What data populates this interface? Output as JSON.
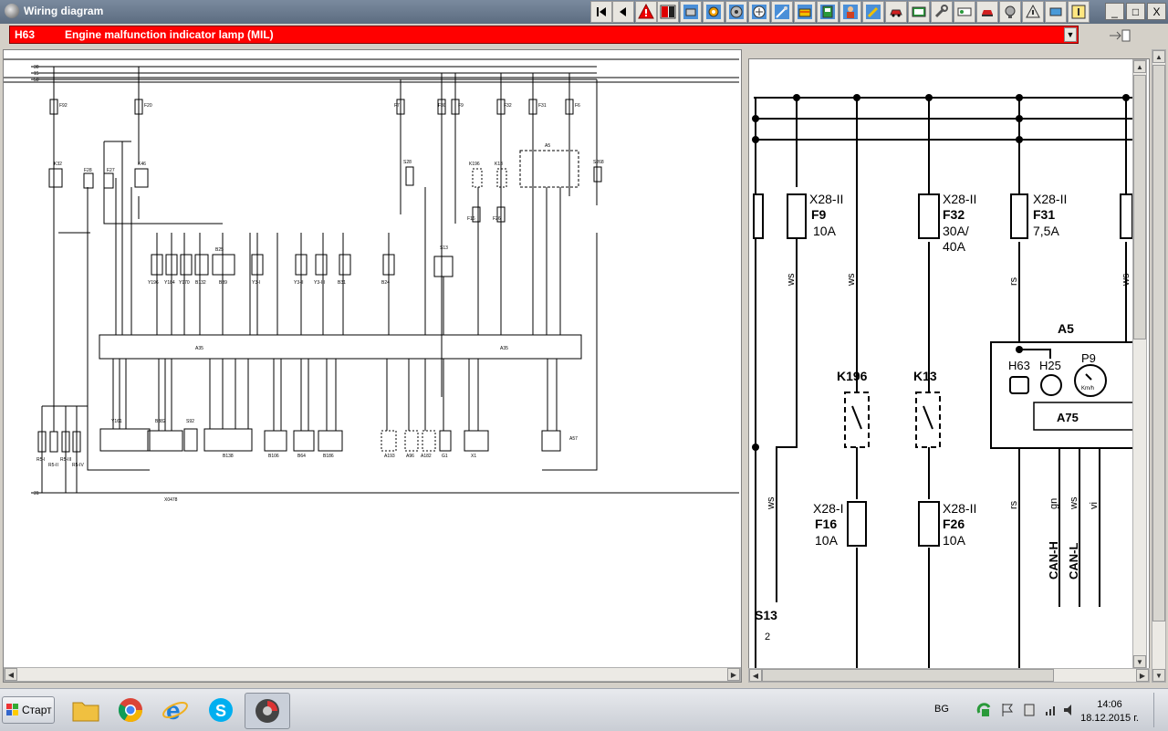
{
  "window": {
    "title": "Wiring diagram"
  },
  "toolbar": {
    "buttons": [
      {
        "name": "first-page-button",
        "icon": "first-page-icon"
      },
      {
        "name": "previous-button",
        "icon": "previous-icon"
      },
      {
        "name": "warning-button",
        "icon": "warning-icon"
      },
      {
        "name": "split-view-button",
        "icon": "split-view-icon"
      },
      {
        "name": "engine-button",
        "icon": "engine-icon"
      },
      {
        "name": "gear-button",
        "icon": "gear-icon"
      },
      {
        "name": "disc-button",
        "icon": "disc-icon"
      },
      {
        "name": "schematic-button",
        "icon": "schematic-icon"
      },
      {
        "name": "tools-button",
        "icon": "tools-icon"
      },
      {
        "name": "battery-button",
        "icon": "battery-icon"
      },
      {
        "name": "person-button",
        "icon": "person-icon"
      },
      {
        "name": "pen-button",
        "icon": "pen-icon"
      },
      {
        "name": "car-button",
        "icon": "car-icon"
      },
      {
        "name": "display-button",
        "icon": "display-icon"
      },
      {
        "name": "wrench-button",
        "icon": "wrench-icon"
      },
      {
        "name": "car-lift-button",
        "icon": "car-lift-icon"
      },
      {
        "name": "document-button",
        "icon": "document-icon"
      },
      {
        "name": "globe-button",
        "icon": "globe-icon"
      },
      {
        "name": "alert-button",
        "icon": "alert-icon"
      },
      {
        "name": "tag-button",
        "icon": "tag-icon"
      },
      {
        "name": "lightbulb-button",
        "icon": "lightbulb-icon"
      }
    ]
  },
  "window_controls": {
    "minimize": "_",
    "restore": "□",
    "close": "X"
  },
  "document": {
    "code": "H63",
    "description": "Engine malfunction indicator lamp (MIL)"
  },
  "detail": {
    "components": {
      "f9": {
        "conn": "X28-II",
        "id": "F9",
        "rating": "10A"
      },
      "f32": {
        "conn": "X28-II",
        "id": "F32",
        "rating1": "30A/",
        "rating2": "40A"
      },
      "f31": {
        "conn": "X28-II",
        "id": "F31",
        "rating": "7,5A"
      },
      "f16": {
        "conn": "X28-I",
        "id": "F16",
        "rating": "10A"
      },
      "f26": {
        "conn": "X28-II",
        "id": "F26",
        "rating": "10A"
      },
      "k196": {
        "id": "K196"
      },
      "k13": {
        "id": "K13"
      },
      "a5": {
        "id": "A5",
        "h63": "H63",
        "h25": "H25",
        "p9": "P9",
        "kmh": "Km/h",
        "a75": "A75"
      },
      "s13": {
        "id": "S13",
        "pin": "2"
      }
    },
    "wire_colors": {
      "ws": "ws",
      "rs": "rs",
      "gn": "gn",
      "vi": "vi"
    },
    "bus": {
      "canh": "CAN-H",
      "canl": "CAN-L"
    }
  },
  "overview": {
    "rails": [
      "30",
      "15",
      "50",
      "31"
    ],
    "labels": [
      "F92",
      "F20",
      "F7",
      "F30",
      "F9",
      "F32",
      "F31",
      "F6",
      "K32",
      "K46",
      "F28",
      "F27",
      "S28",
      "K196",
      "K13",
      "A5",
      "S268",
      "F16",
      "F26",
      "S13",
      "Y196",
      "Y184",
      "Y170",
      "B132",
      "B25",
      "B39",
      "Y3-I",
      "Y3-II",
      "Y3-III",
      "Y3-IV",
      "B31",
      "B24",
      "A35",
      "Y161",
      "B382",
      "S92",
      "B138",
      "B106",
      "B64",
      "B186",
      "A193",
      "A96",
      "A182",
      "G1",
      "X1",
      "A57",
      "R5-I",
      "R5-II",
      "R5-III",
      "R5-IV",
      "X0478"
    ]
  },
  "taskbar": {
    "start_label": "Старт",
    "apps": [
      {
        "name": "explorer",
        "icon": "folder-icon"
      },
      {
        "name": "chrome",
        "icon": "chrome-icon"
      },
      {
        "name": "ie",
        "icon": "ie-icon"
      },
      {
        "name": "skype",
        "icon": "skype-icon"
      },
      {
        "name": "diagnostic-app",
        "icon": "app-icon"
      }
    ],
    "lang": "BG",
    "time": "14:06",
    "date": "18.12.2015 г."
  }
}
